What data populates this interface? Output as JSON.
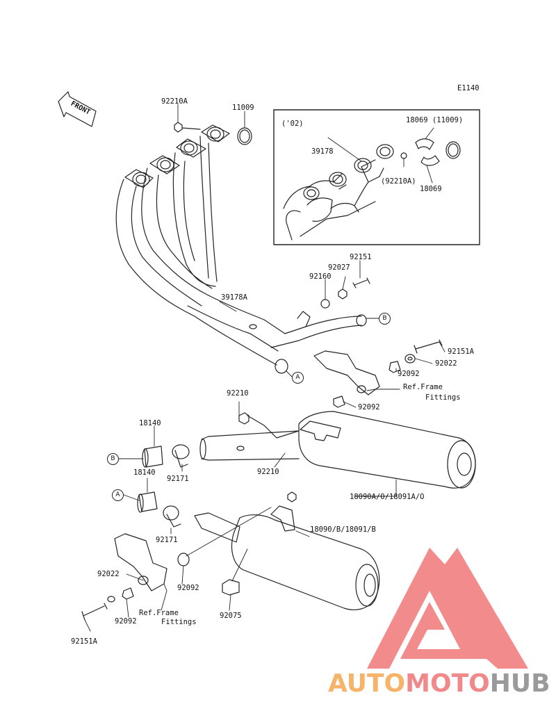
{
  "diagram_code": "E1140",
  "front_label": "FRONT",
  "inset": {
    "year": "('02)"
  },
  "labels": {
    "p92210A_top": "92210A",
    "p11009_top": "11009",
    "p18069_11009": "18069 (11009)",
    "p39178": "39178",
    "p92210A_inset": "(92210A)",
    "p18069": "18069",
    "p92151": "92151",
    "p92027": "92027",
    "p92160": "92160",
    "p39178A": "39178A",
    "p92151A_right": "92151A",
    "p92022_right": "92022",
    "p92092_right1": "92092",
    "ref_frame_right": "Ref.Frame",
    "fittings_right": "Fittings",
    "p92092_right2": "92092",
    "p92210_upper": "92210",
    "p18140_upper": "18140",
    "p92171_upper": "92171",
    "p92210_mid": "92210",
    "p18090A": "18090A/O/18091A/O",
    "p18140_lower": "18140",
    "p18090B": "18090/B/18091/B",
    "p92171_lower": "92171",
    "p92022_left": "92022",
    "p92092_left1": "92092",
    "p92092_left2": "92092",
    "ref_frame_left": "Ref.Frame",
    "fittings_left": "Fittings",
    "p92075": "92075",
    "p92151A_left": "92151A"
  },
  "markers": {
    "A": "A",
    "B": "B"
  },
  "watermark": {
    "part1": "AUTO",
    "part2": "MOTO",
    "part3": "HUB",
    "colors": {
      "auto": "#f5b46a",
      "moto": "#f08a8a",
      "hub": "#9a9a9a",
      "triangle": "#f07878"
    }
  }
}
